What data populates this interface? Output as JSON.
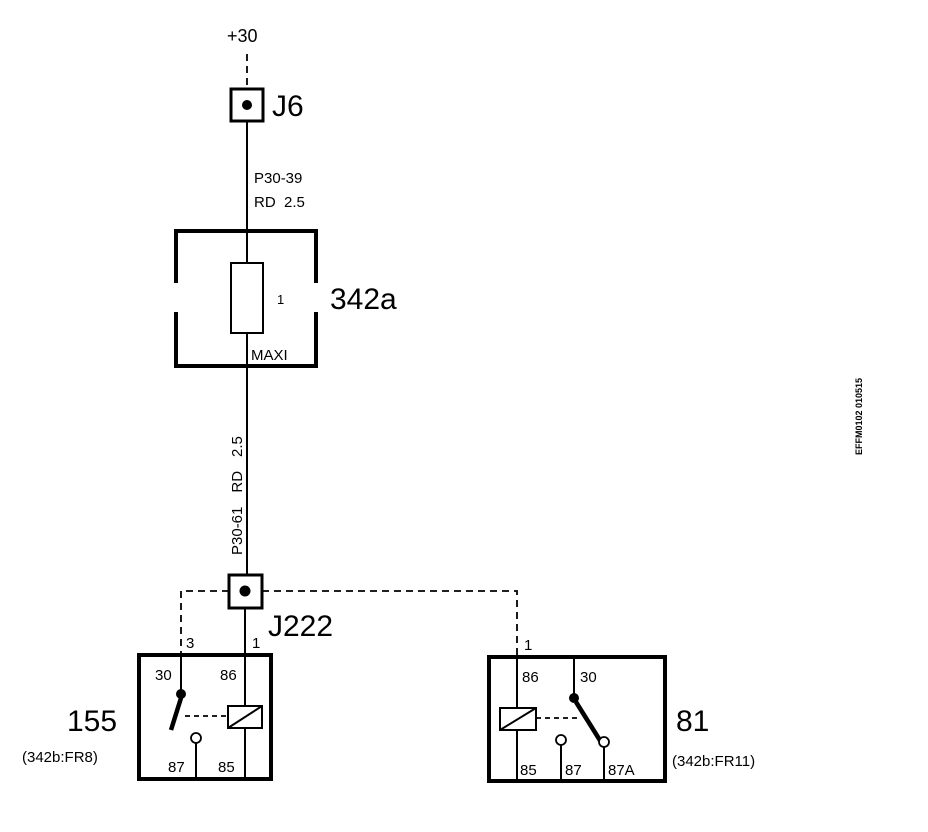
{
  "supply_label": "+30",
  "connector_j6": "J6",
  "wire_top": {
    "circuit": "P30-39",
    "spec": "RD  2.5"
  },
  "fuse": {
    "id": "342a",
    "number": "1",
    "type": "MAXI"
  },
  "wire_mid": {
    "circuit": "P30-61",
    "color": "RD",
    "size": "2.5"
  },
  "connector_j222": "J222",
  "pins": {
    "left_branch": "3",
    "center": "1",
    "right_branch": "1"
  },
  "relay_left": {
    "id": "155",
    "location": "(342b:FR8)",
    "terminals": {
      "t30": "30",
      "t86": "86",
      "t87": "87",
      "t85": "85"
    }
  },
  "relay_right": {
    "id": "81",
    "location": "(342b:FR11)",
    "terminals": {
      "t86": "86",
      "t30": "30",
      "t85": "85",
      "t87": "87",
      "t87a": "87A"
    }
  },
  "side_code": "EFFM0102 010515"
}
